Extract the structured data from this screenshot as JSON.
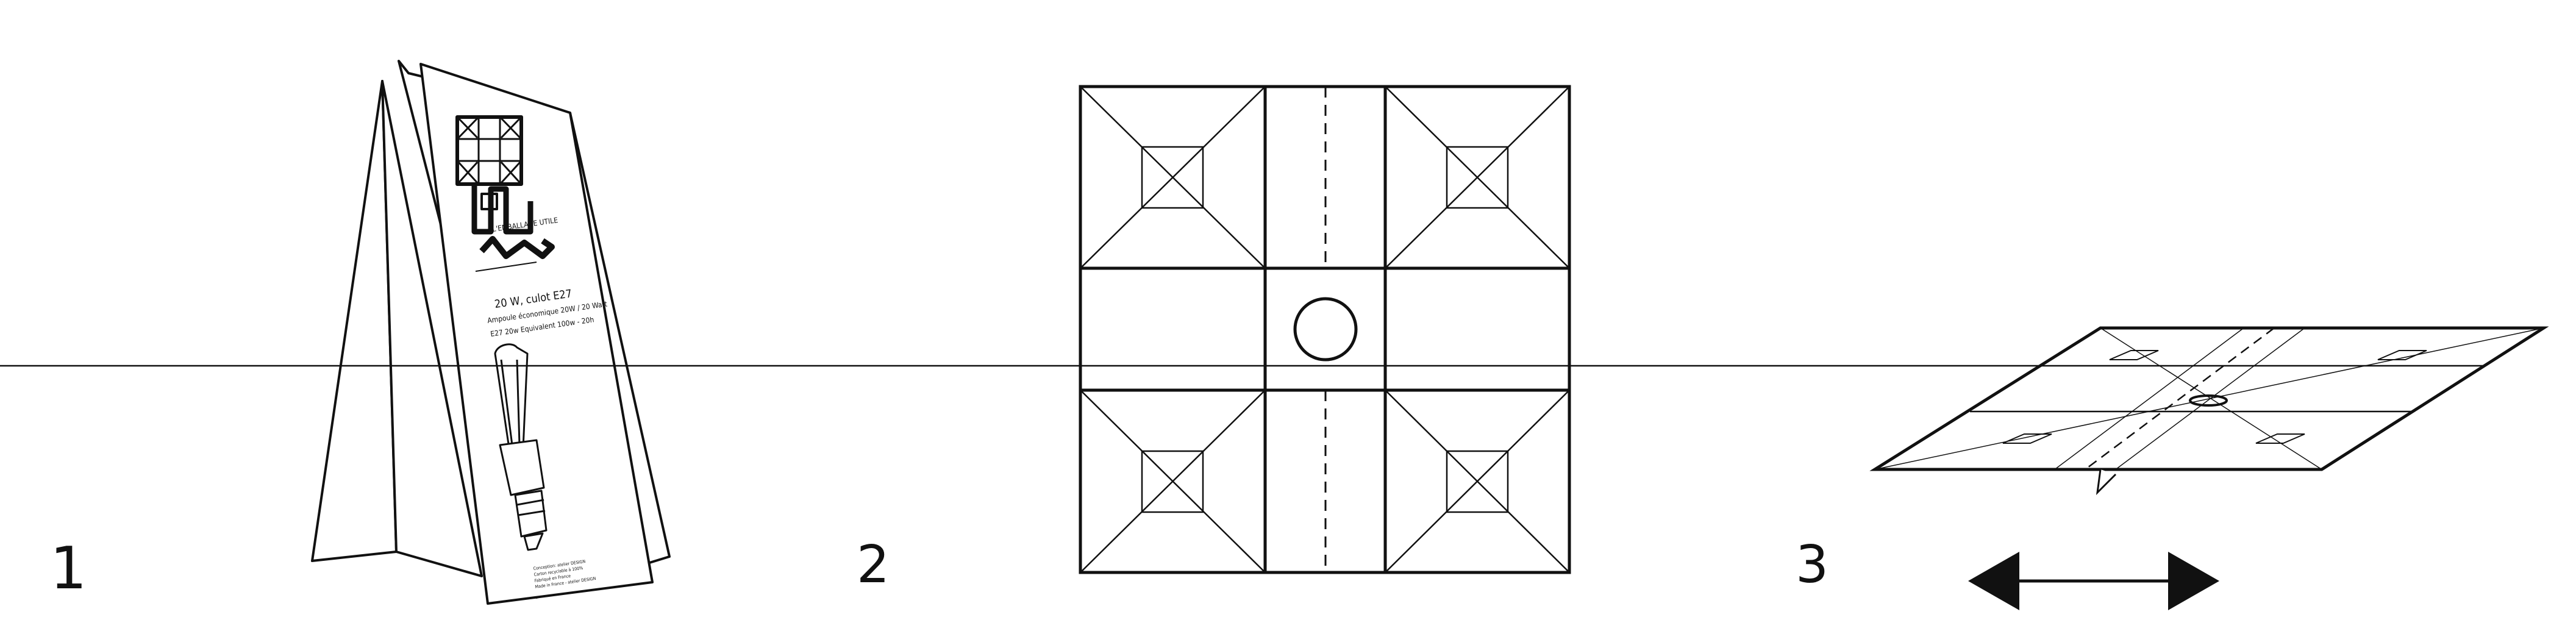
{
  "steps": [
    {
      "number": "1"
    },
    {
      "number": "2"
    },
    {
      "number": "3"
    }
  ],
  "package": {
    "brand_caption": "L'EMBALLAGE UTILE",
    "spec_line1": "20 W, culot E27",
    "spec_line2": "Ampoule économique 20W / 20 Watt",
    "spec_line3": "E27 20w Equivalent 100w - 20h",
    "fine_print": [
      "Conception: atelier DESIGN",
      "Carton recyclable à 100%",
      "Fabriqué en France",
      "Made in France - atelier DESIGN"
    ]
  },
  "icons": {
    "bulb": "cfl-bulb-icon",
    "arrow": "double-arrow-icon"
  },
  "colors": {
    "stroke": "#111111",
    "background": "#ffffff"
  }
}
